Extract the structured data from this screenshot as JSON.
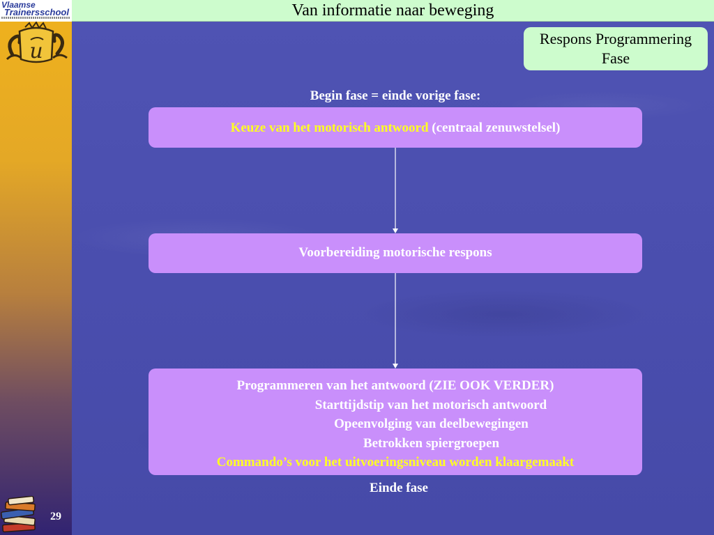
{
  "slide": {
    "title": "Van informatie naar beweging",
    "page_number": "29"
  },
  "logo": {
    "line1": "Vlaamse",
    "line2": "Trainersschool",
    "mascot_letter": "u"
  },
  "phase_badge": {
    "line1": "Respons Programmering",
    "line2": "Fase"
  },
  "diagram": {
    "begin_label": "Begin fase = einde vorige fase:",
    "box1": {
      "highlight": "Keuze van het motorisch antwoord",
      "rest": " (centraal zenuwstelsel)"
    },
    "box2": {
      "text": "Voorbereiding motorische respons"
    },
    "box3": {
      "line1": "Programmeren van het antwoord (ZIE OOK VERDER)",
      "line2": "Starttijdstip van het motorisch antwoord",
      "line3": "Opeenvolging van deelbewegingen",
      "line4": "Betrokken spiergroepen",
      "line5": "Commando’s voor het uitvoeringsniveau worden klaargemaakt"
    },
    "end_label": "Einde fase"
  },
  "colors": {
    "background": "#4b4fae",
    "box_fill": "#c98ffb",
    "highlight_text": "#ffff22",
    "title_bar": "#cdfccd"
  }
}
